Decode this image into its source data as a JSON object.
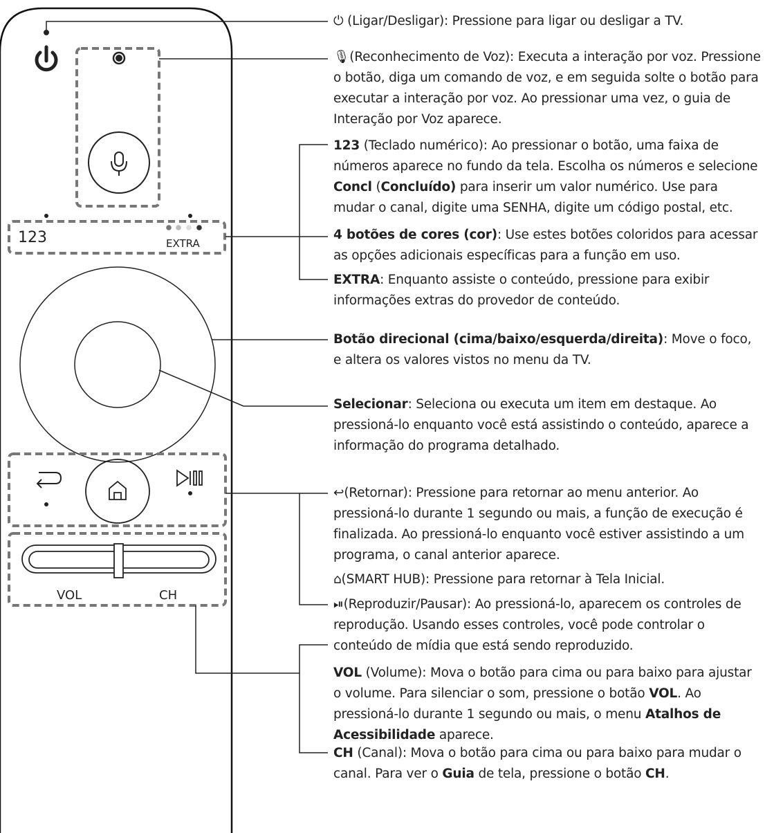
{
  "remote": {
    "key_123": "123",
    "key_extra": "EXTRA",
    "key_vol": "VOL",
    "key_ch": "CH"
  },
  "descriptions": [
    {
      "id": "power",
      "icon": "power-icon",
      "label": "(Ligar/Desligar)",
      "text": ": Pressione para ligar ou desligar a TV."
    },
    {
      "id": "voice",
      "icon": "microphone-icon",
      "label": "(Reconhecimento de Voz)",
      "text": ": Executa a interação por voz. Pressione o botão, diga um comando de voz, e em seguida solte o botão para executar a interação por voz. Ao pressionar uma vez, o guia de Interação por Voz aparece."
    },
    {
      "id": "numeric",
      "key": "123",
      "text_a": " (Teclado numérico): Ao pressionar o botão, uma faixa de números aparece no fundo da tela. Escolha os números e selecione ",
      "b1": "Concl",
      "m1": " (",
      "b2": "Concluído)",
      "text_b": " para inserir um valor numérico. Use para mudar o canal, digite uma SENHA, digite um código postal, etc."
    },
    {
      "id": "color",
      "key": "4 botões de cores (cor)",
      "text": ": Use estes botões coloridos para acessar as opções adicionais específicas para a função em uso."
    },
    {
      "id": "extra",
      "key": "EXTRA",
      "text": ": Enquanto assiste o conteúdo, pressione para exibir informações extras do provedor de conteúdo."
    },
    {
      "id": "dpad",
      "key": "Botão direcional (cima/baixo/esquerda/direita)",
      "text": ": Move o foco, e altera os valores vistos no menu da TV."
    },
    {
      "id": "select",
      "key": "Selecionar",
      "text": ": Seleciona ou executa um item em destaque. Ao pressioná-lo enquanto você está assistindo o conteúdo, aparece a informação do programa detalhado."
    },
    {
      "id": "return",
      "icon": "return-icon",
      "label": "(Retornar)",
      "text": ": Pressione para retornar ao menu anterior. Ao pressioná-lo durante 1 segundo ou mais, a função de execução é finalizada. Ao pressioná-lo enquanto você estiver assistindo a um programa, o canal anterior aparece."
    },
    {
      "id": "home",
      "icon": "home-icon",
      "label": "(SMART HUB)",
      "text": ": Pressione para retornar à Tela Inicial."
    },
    {
      "id": "playpause",
      "icon": "play-pause-icon",
      "label": "(Reproduzir/Pausar)",
      "text": ": Ao pressioná-lo, aparecem os controles de reprodução. Usando esses controles, você pode controlar o conteúdo de mídia que está sendo reproduzido."
    },
    {
      "id": "vol",
      "key": "VOL",
      "text_a": " (Volume): Mova o botão para cima ou para baixo para ajustar o volume. Para silenciar o som, pressione o botão ",
      "b1": "VOL",
      "text_b": ". Ao pressioná-lo durante 1 segundo ou mais, o menu ",
      "b2": "Atalhos de Acessibilidade",
      "text_c": " aparece."
    },
    {
      "id": "ch",
      "key": "CH",
      "text_a": " (Canal): Mova o botão para cima ou para baixo para mudar o canal. Para ver o ",
      "b1": "Guia",
      "text_b": " de tela, pressione o botão ",
      "b2": "CH",
      "text_c": "."
    }
  ]
}
